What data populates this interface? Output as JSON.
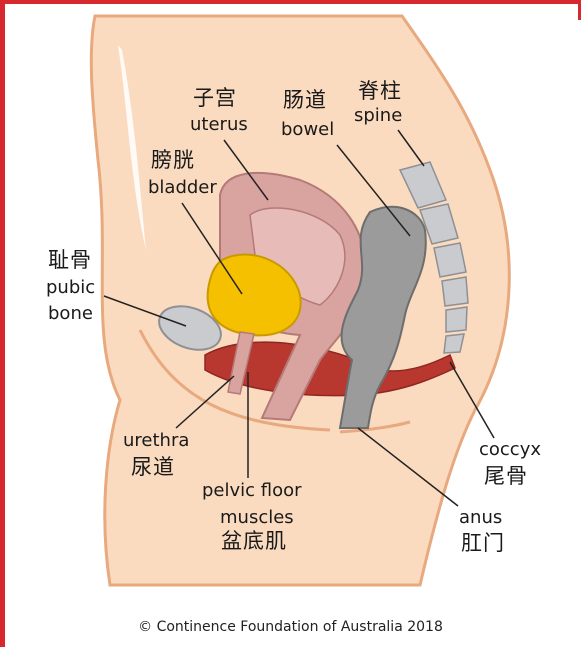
{
  "colors": {
    "frame": "#d7282f",
    "skin": "#fadbc0",
    "skin_outline": "#e8a97f",
    "uterus": "#d9a3a0",
    "bladder": "#f4c000",
    "bone": "#c9cbce",
    "bowel": "#9b9b9b",
    "muscle": "#b8382f",
    "leader": "#222222"
  },
  "labels": {
    "uterus": {
      "zh": "子宫",
      "en": "uterus"
    },
    "bowel": {
      "zh": "肠道",
      "en": "bowel"
    },
    "spine": {
      "zh": "脊柱",
      "en": "spine"
    },
    "bladder": {
      "zh": "膀胱",
      "en": "bladder"
    },
    "pubic_bone": {
      "zh": "耻骨",
      "en_line1": "pubic",
      "en_line2": "bone"
    },
    "urethra": {
      "en": "urethra",
      "zh": "尿道"
    },
    "pelvic_floor": {
      "en_line1": "pelvic floor",
      "en_line2": "muscles",
      "zh": "盆底肌"
    },
    "coccyx": {
      "en": "coccyx",
      "zh": "尾骨"
    },
    "anus": {
      "en": "anus",
      "zh": "肛门"
    }
  },
  "footer": {
    "copyright": "© Continence Foundation of Australia 2018"
  }
}
